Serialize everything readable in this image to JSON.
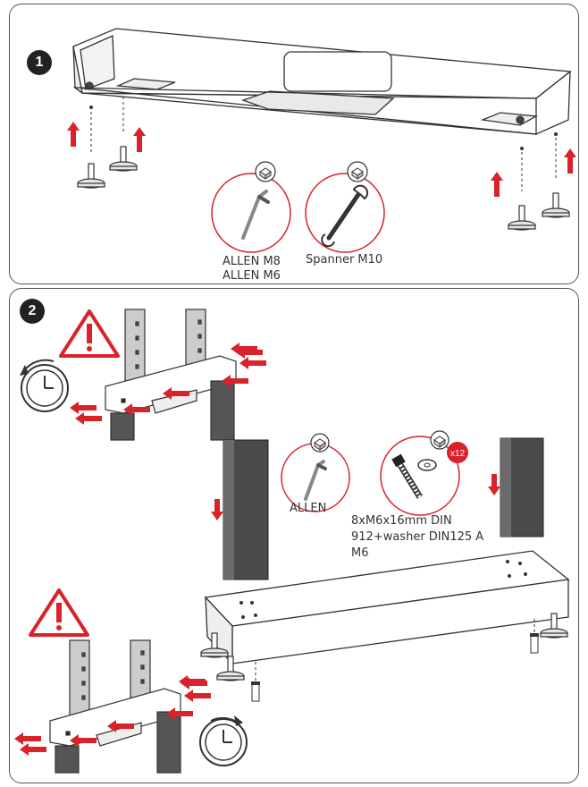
{
  "steps": [
    {
      "number": "1",
      "tools": [
        {
          "icon": "allen-key-icon",
          "lines": [
            "ALLEN M8",
            "ALLEN M6"
          ]
        },
        {
          "icon": "spanner-icon",
          "lines": [
            "Spanner M10"
          ]
        }
      ]
    },
    {
      "number": "2",
      "tools": [
        {
          "icon": "allen-key-icon",
          "lines": [
            "ALLEN"
          ]
        },
        {
          "icon": "screw-washer-icon",
          "badge": "x12",
          "lines": [
            "8xM6x16mm DIN",
            "912+washer DIN125 A",
            "M6"
          ]
        }
      ]
    }
  ],
  "colors": {
    "accent_red": "#d8232a",
    "frame_dark": "#4a4a4a",
    "outline": "#333333"
  }
}
